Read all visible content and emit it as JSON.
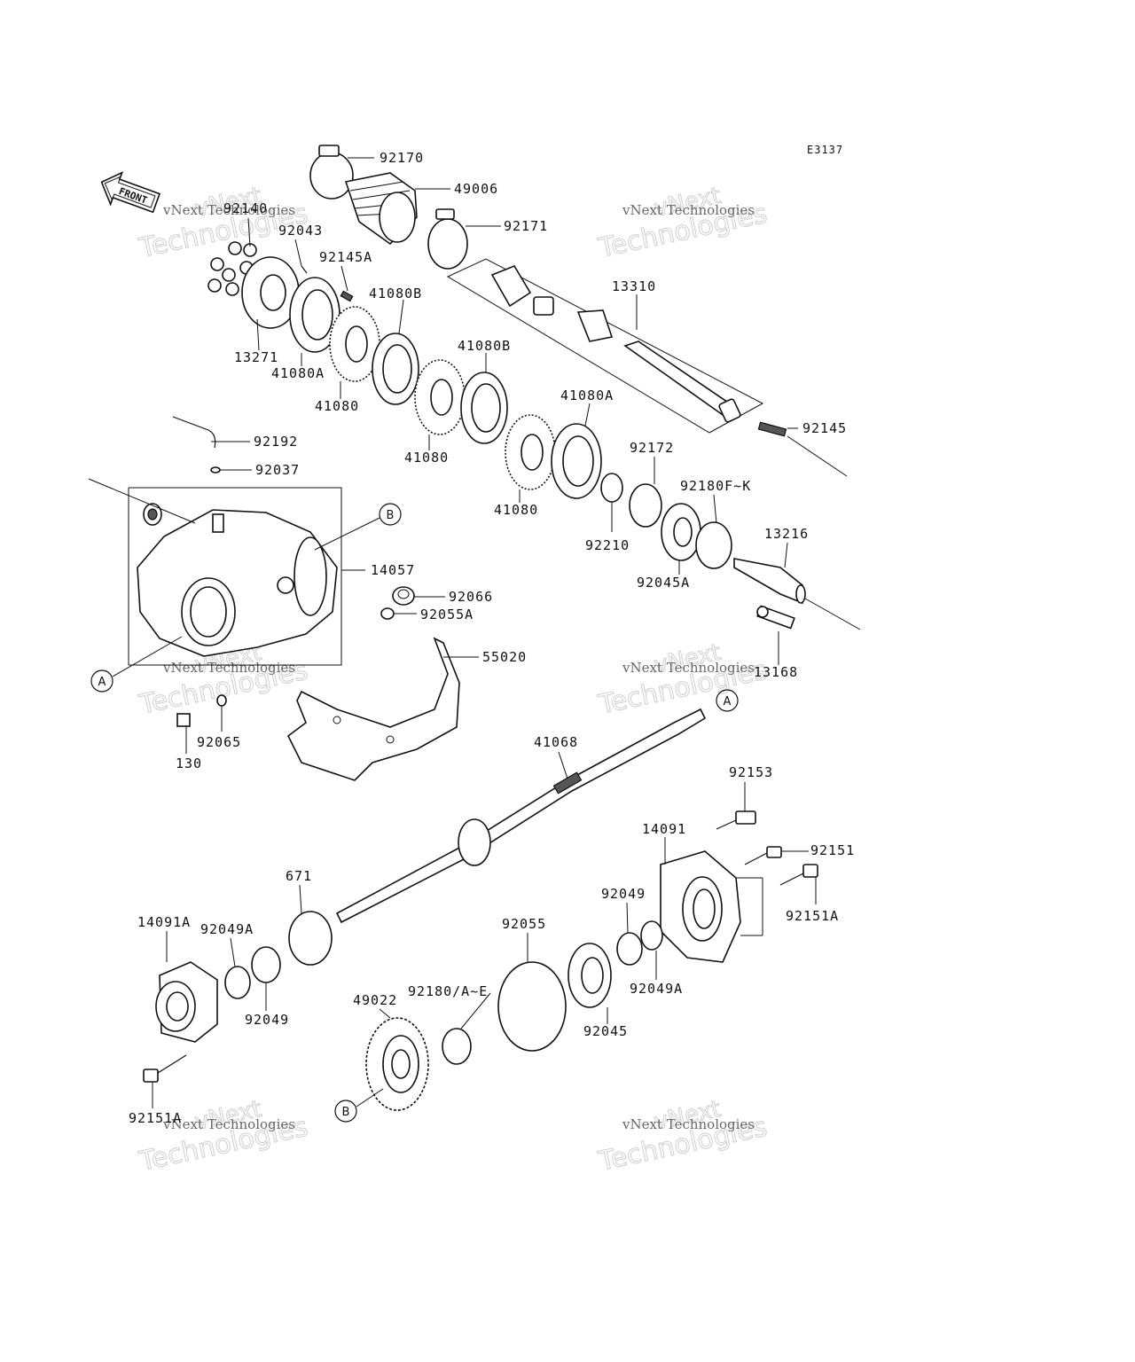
{
  "diagram_code": "E3137",
  "front_arrow_label": "FRONT",
  "watermark": {
    "big": "Technologies",
    "top": "vNext",
    "small": "vNext Technologies"
  },
  "callouts": [
    "A",
    "B"
  ],
  "parts": {
    "p92170": "92170",
    "p49006": "49006",
    "p92171": "92171",
    "p92140": "92140",
    "p92043": "92043",
    "p92145A": "92145A",
    "p13310": "13310",
    "p41080B_1": "41080B",
    "p41080B_2": "41080B",
    "p13271": "13271",
    "p41080A_1": "41080A",
    "p41080_1": "41080",
    "p41080A_2": "41080A",
    "p41080_2": "41080",
    "p41080_3": "41080",
    "p92145": "92145",
    "p92192": "92192",
    "p92037": "92037",
    "p92172": "92172",
    "p92180FK": "92180F~K",
    "p92210": "92210",
    "p13216": "13216",
    "p92045A": "92045A",
    "p14057": "14057",
    "p92066": "92066",
    "p92055A": "92055A",
    "p55020": "55020",
    "p13168": "13168",
    "p92065": "92065",
    "p130": "130",
    "p41068": "41068",
    "p92153": "92153",
    "p14091": "14091",
    "p92151": "92151",
    "p671": "671",
    "p92049_1": "92049",
    "p92151A_1": "92151A",
    "p14091A": "14091A",
    "p92049A_1": "92049A",
    "p92055": "92055",
    "p92180AE": "92180/A~E",
    "p49022": "49022",
    "p92049A_2": "92049A",
    "p92049_2": "92049",
    "p92045": "92045",
    "p92151A_2": "92151A"
  }
}
